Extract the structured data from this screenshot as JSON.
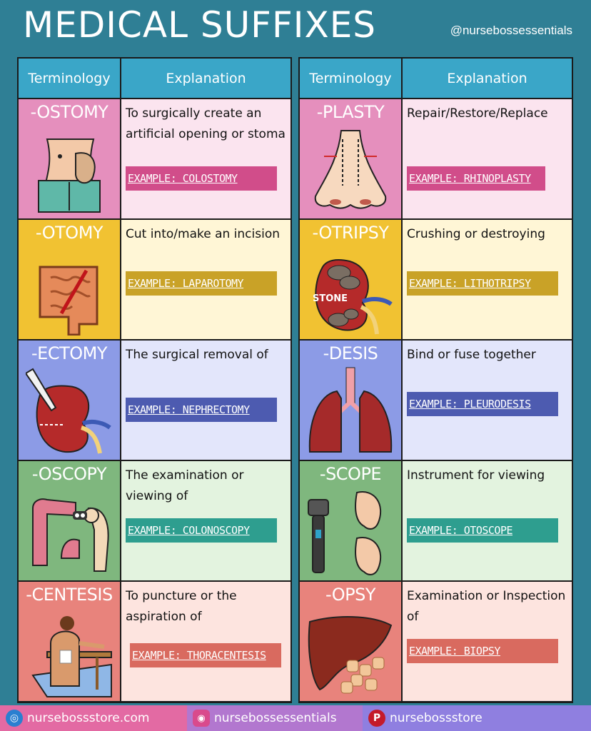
{
  "title": "MEDICAL SUFFIXES",
  "handle": "@nursebossessentials",
  "columns": {
    "left": {
      "term_header": "Terminology",
      "expl_header": "Explanation"
    },
    "right": {
      "term_header": "Terminology",
      "expl_header": "Explanation"
    }
  },
  "left_rows": [
    {
      "suffix": "-OSTOMY",
      "explanation": "To surgically create an artificial opening or stoma",
      "example": "EXAMPLE: COLOSTOMY",
      "term_bg": "#e58fbd",
      "expl_bg": "#fbe4ef",
      "ex_bg": "#d14d8a",
      "illustration": "abdomen-stoma"
    },
    {
      "suffix": "-OTOMY",
      "explanation": "Cut into/make an incision",
      "example": "EXAMPLE: LAPAROTOMY",
      "term_bg": "#f1c232",
      "expl_bg": "#fff6d6",
      "ex_bg": "#c9a227",
      "illustration": "intestines-incision"
    },
    {
      "suffix": "-ECTOMY",
      "explanation": "The surgical removal of",
      "example": "EXAMPLE: NEPHRECTOMY",
      "term_bg": "#8c9be6",
      "expl_bg": "#e3e6fb",
      "ex_bg": "#4d5bb0",
      "illustration": "kidney-scalpel"
    },
    {
      "suffix": "-OSCOPY",
      "explanation": "The examination or viewing of",
      "example": "EXAMPLE: COLONOSCOPY",
      "term_bg": "#7fb77e",
      "expl_bg": "#e3f3df",
      "ex_bg": "#2e9e8f",
      "illustration": "colon-viewer"
    },
    {
      "suffix": "-CENTESIS",
      "explanation": "To puncture or the aspiration of",
      "example": "EXAMPLE: THORACENTESIS",
      "term_bg": "#e8837c",
      "expl_bg": "#fde4df",
      "ex_bg": "#d96a5f",
      "illustration": "patient-back"
    }
  ],
  "right_rows": [
    {
      "suffix": "-PLASTY",
      "explanation": "Repair/Restore/Replace",
      "example": "EXAMPLE: RHINOPLASTY",
      "term_bg": "#e58fbd",
      "expl_bg": "#fbe4ef",
      "ex_bg": "#d14d8a",
      "illustration": "nose"
    },
    {
      "suffix": "-OTRIPSY",
      "explanation": "Crushing or destroying",
      "example": "EXAMPLE: LITHOTRIPSY",
      "term_bg": "#f1c232",
      "expl_bg": "#fff6d6",
      "ex_bg": "#c9a227",
      "illustration": "kidney-stone",
      "illustration_label": "STONE"
    },
    {
      "suffix": "-DESIS",
      "explanation": "Bind or fuse together",
      "example": "EXAMPLE: PLEURODESIS",
      "term_bg": "#8c9be6",
      "expl_bg": "#e3e6fb",
      "ex_bg": "#4d5bb0",
      "illustration": "lungs"
    },
    {
      "suffix": "-SCOPE",
      "explanation": "Instrument for viewing",
      "example": "EXAMPLE: OTOSCOPE",
      "term_bg": "#7fb77e",
      "expl_bg": "#e3f3df",
      "ex_bg": "#2e9e8f",
      "illustration": "otoscope-ears"
    },
    {
      "suffix": "-OPSY",
      "explanation": "Examination or Inspection of",
      "example": "EXAMPLE: BIOPSY",
      "term_bg": "#e8837c",
      "expl_bg": "#fde4df",
      "ex_bg": "#d96a5f",
      "illustration": "liver-cells"
    }
  ],
  "footer": [
    {
      "label": "nursebossstore.com",
      "icon": "globe-icon",
      "bg": "#e36aa3"
    },
    {
      "label": "nursebossessentials",
      "icon": "instagram-icon",
      "bg": "#b277cf"
    },
    {
      "label": "nursebossstore",
      "icon": "pinterest-icon",
      "bg": "#8f7fe0"
    }
  ]
}
